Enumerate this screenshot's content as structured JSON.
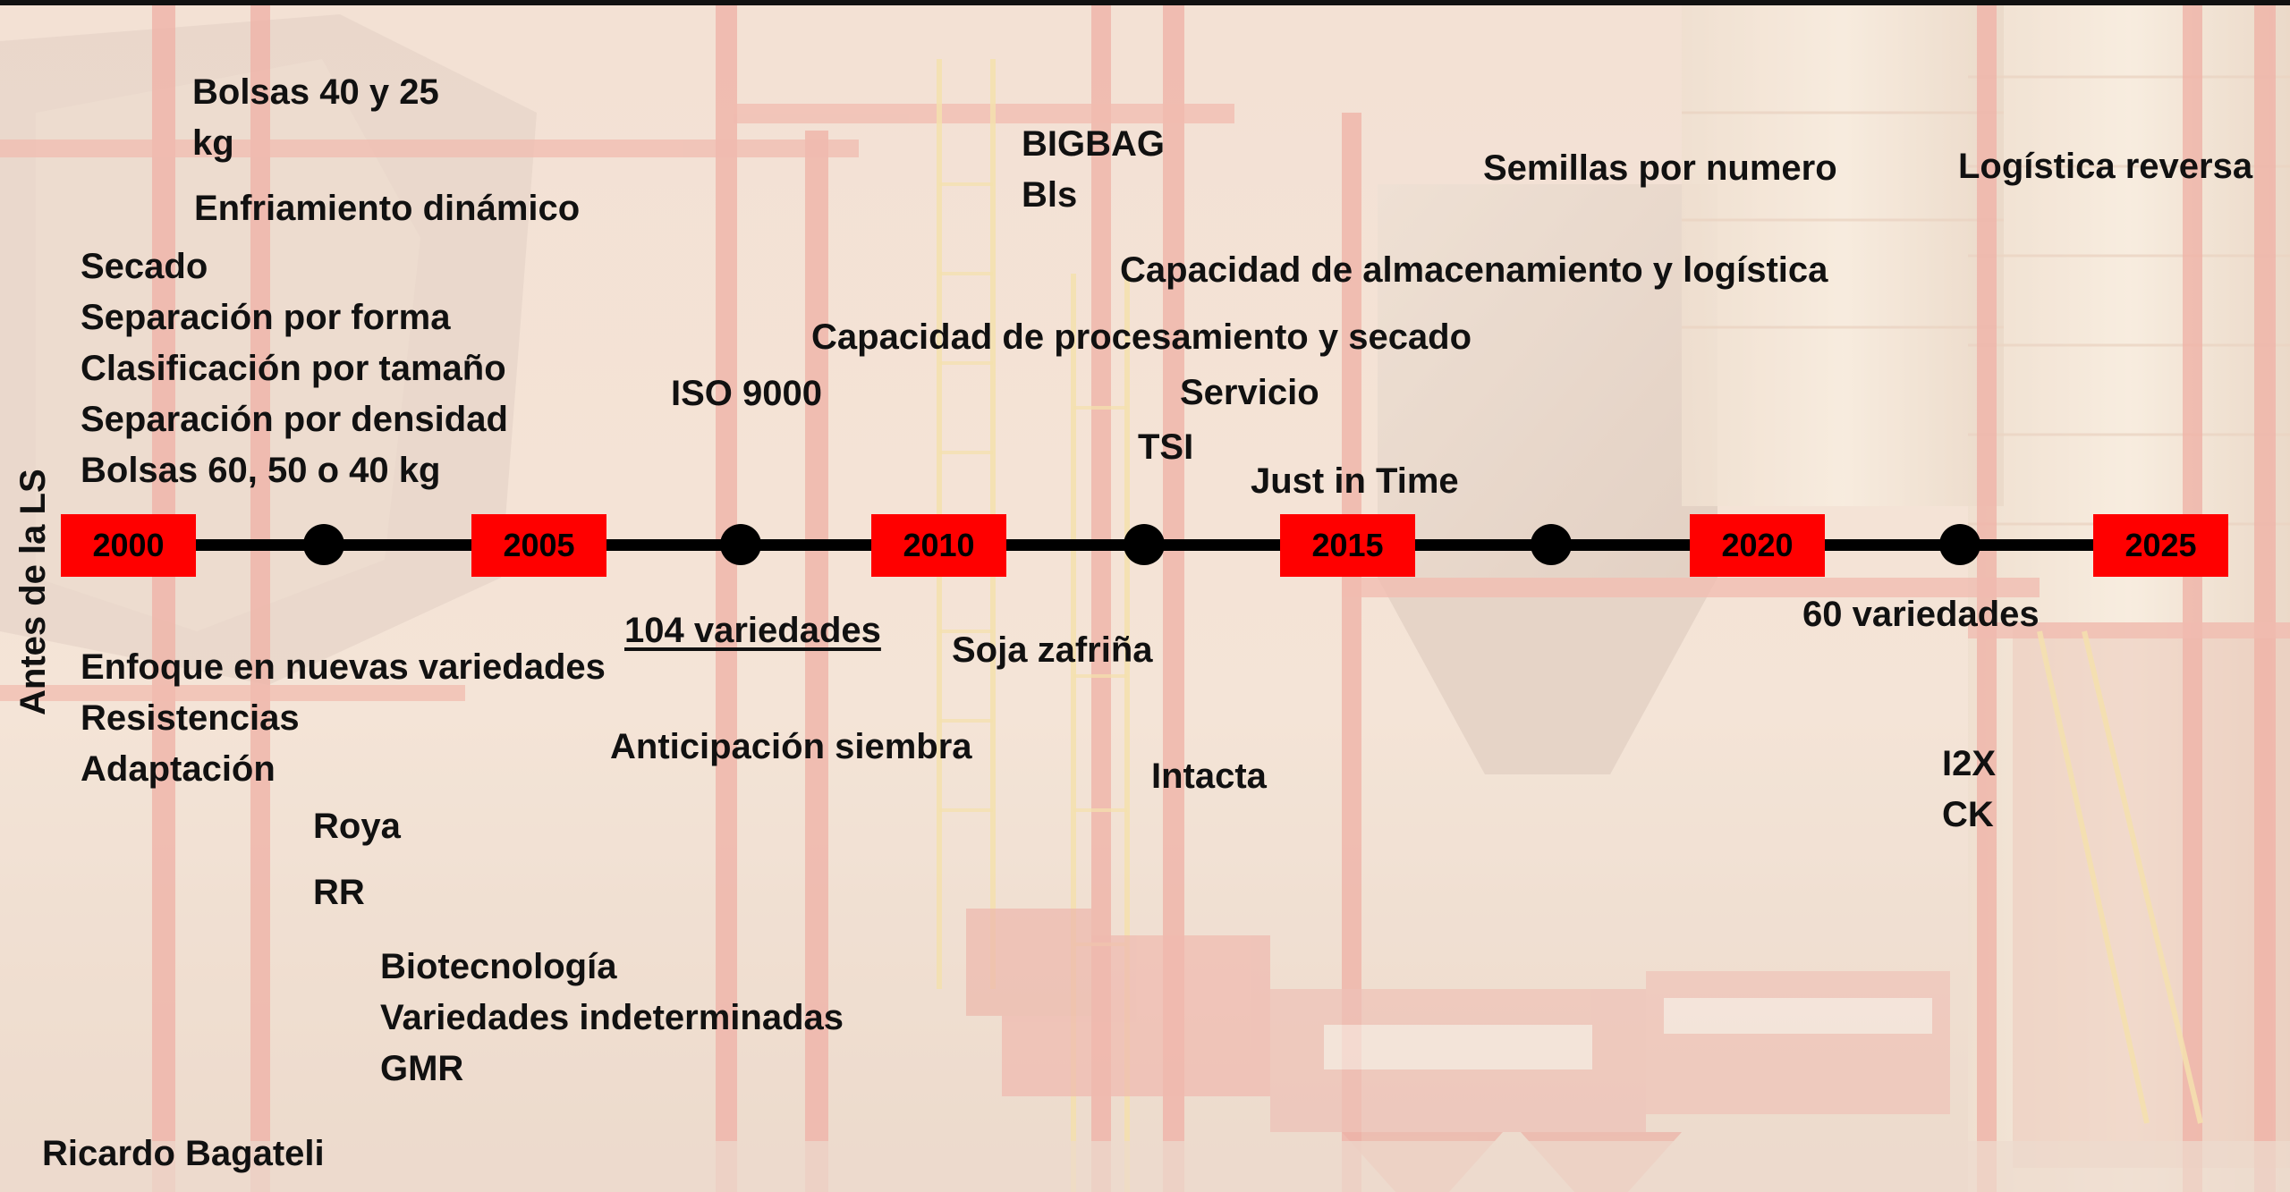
{
  "side_label": "Antes de la  LS",
  "timeline": {
    "years": [
      "2000",
      "2005",
      "2010",
      "2015",
      "2020",
      "2025"
    ]
  },
  "labels": {
    "bolsas_40_25_line1": "Bolsas 40 y 25",
    "bolsas_40_25_line2": "kg",
    "enfriamiento": "Enfriamiento dinámico",
    "secado": "Secado",
    "separacion_forma": "Separación por forma",
    "clasificacion": "Clasificación por tamaño",
    "separacion_densidad": "Separación por densidad",
    "bolsas_60_50_40": "Bolsas 60, 50 o 40 kg",
    "iso": "ISO 9000",
    "bigbag": "BIGBAG",
    "bls": "Bls",
    "capacidad_almacenamiento": "Capacidad de almacenamiento y logística",
    "capacidad_procesamiento": "Capacidad de procesamiento y secado",
    "servicio": "Servicio",
    "tsi": "TSI",
    "just_in_time": "Just in Time",
    "semillas": "Semillas por numero",
    "logistica_reversa": "Logística reversa",
    "variedades_104": "104 variedades",
    "soja": "Soja zafriña",
    "variedades_60": "60 variedades",
    "enfoque": "Enfoque en nuevas variedades",
    "resistencias": "Resistencias",
    "adaptacion": "Adaptación",
    "anticipacion": "Anticipación siembra",
    "intacta": "Intacta",
    "i2x": "I2X",
    "ck": "CK",
    "roya": "Roya",
    "rr": "RR",
    "biotecnologia": "Biotecnología",
    "indeterminadas": "Variedades indeterminadas",
    "gmr": "GMR",
    "author": "Ricardo Bagateli"
  },
  "colors": {
    "year_box": "#ff0000",
    "line": "#000000",
    "text": "#111111"
  }
}
